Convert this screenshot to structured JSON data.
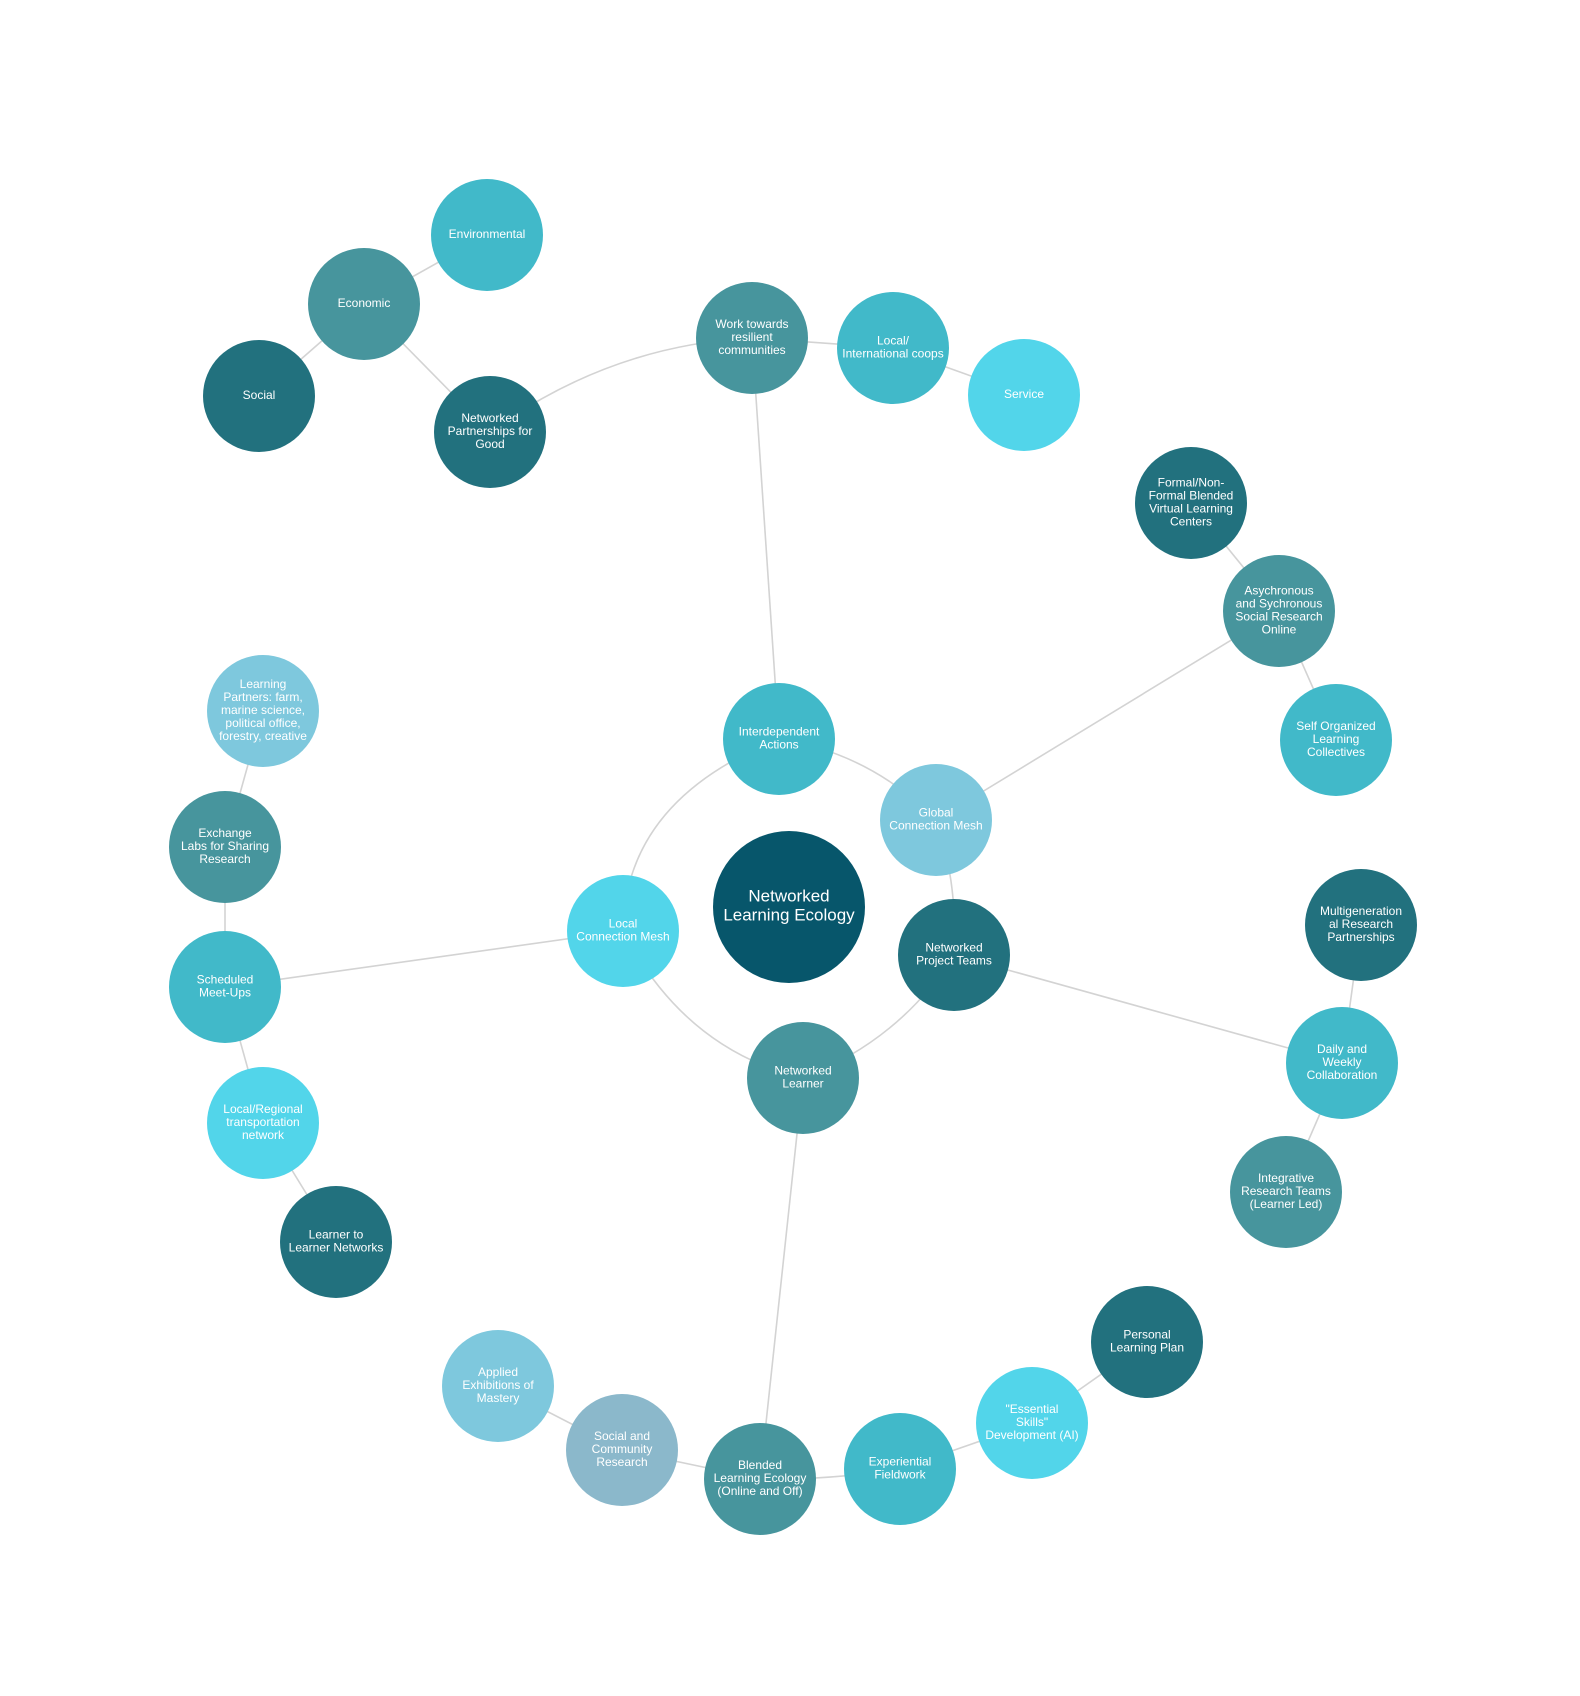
{
  "colors": {
    "link": "#d3d3d3",
    "label": "#ffffff"
  },
  "nodes": [
    {
      "id": "center",
      "lines": [
        "Networked",
        "Learning Ecology"
      ],
      "color": "#07566b"
    },
    {
      "id": "interdependent",
      "lines": [
        "Interdependent",
        "Actions"
      ],
      "color": "#41b9c9"
    },
    {
      "id": "global",
      "lines": [
        "Global",
        "Connection Mesh"
      ],
      "color": "#7ec8dd"
    },
    {
      "id": "projectteams",
      "lines": [
        "Networked",
        "Project Teams"
      ],
      "color": "#22717e"
    },
    {
      "id": "learner",
      "lines": [
        "Networked",
        "Learner"
      ],
      "color": "#47959d"
    },
    {
      "id": "local",
      "lines": [
        "Local",
        "Connection Mesh"
      ],
      "color": "#52d5ea"
    },
    {
      "id": "resilient",
      "lines": [
        "Work towards",
        "resilient",
        "communities"
      ],
      "color": "#47959d"
    },
    {
      "id": "partnerships",
      "lines": [
        "Networked",
        "Partnerships for",
        "Good"
      ],
      "color": "#22717e"
    },
    {
      "id": "economic",
      "lines": [
        "Economic"
      ],
      "color": "#47959d"
    },
    {
      "id": "environmental",
      "lines": [
        "Environmental"
      ],
      "color": "#41b9c9"
    },
    {
      "id": "social",
      "lines": [
        "Social"
      ],
      "color": "#22717e"
    },
    {
      "id": "coops",
      "lines": [
        "Local/",
        "International coops"
      ],
      "color": "#41b9c9"
    },
    {
      "id": "service",
      "lines": [
        "Service"
      ],
      "color": "#52d5ea"
    },
    {
      "id": "formal",
      "lines": [
        "Formal/Non-",
        "Formal Blended",
        "Virtual Learning",
        "Centers"
      ],
      "color": "#22717e"
    },
    {
      "id": "async",
      "lines": [
        "Asychronous",
        "and Sychronous",
        "Social Research",
        "Online"
      ],
      "color": "#47959d"
    },
    {
      "id": "selforg",
      "lines": [
        "Self Organized",
        "Learning",
        "Collectives"
      ],
      "color": "#41b9c9"
    },
    {
      "id": "multigen",
      "lines": [
        "Multigeneration",
        "al Research",
        "Partnerships"
      ],
      "color": "#22717e"
    },
    {
      "id": "daily",
      "lines": [
        "Daily and",
        "Weekly",
        "Collaboration"
      ],
      "color": "#41b9c9"
    },
    {
      "id": "integrative",
      "lines": [
        "Integrative",
        "Research Teams",
        "(Learner Led)"
      ],
      "color": "#47959d"
    },
    {
      "id": "partners",
      "lines": [
        "Learning",
        "Partners: farm,",
        "marine science,",
        "political office,",
        "forestry, creative"
      ],
      "color": "#7ec8dd"
    },
    {
      "id": "exchange",
      "lines": [
        "Exchange",
        "Labs for Sharing",
        "Research"
      ],
      "color": "#47959d"
    },
    {
      "id": "meetups",
      "lines": [
        "Scheduled",
        "Meet-Ups"
      ],
      "color": "#41b9c9"
    },
    {
      "id": "transport",
      "lines": [
        "Local/Regional",
        "transportation",
        "network"
      ],
      "color": "#52d5ea"
    },
    {
      "id": "l2l",
      "lines": [
        "Learner to",
        "Learner Networks"
      ],
      "color": "#22717e"
    },
    {
      "id": "applied",
      "lines": [
        "Applied",
        "Exhibitions of",
        "Mastery"
      ],
      "color": "#7ec8dd"
    },
    {
      "id": "socialcomm",
      "lines": [
        "Social and",
        "Community",
        "Research"
      ],
      "color": "#8bb8cb"
    },
    {
      "id": "blended",
      "lines": [
        "Blended",
        "Learning Ecology",
        "(Online and Off)"
      ],
      "color": "#47959d"
    },
    {
      "id": "fieldwork",
      "lines": [
        "Experiential",
        "Fieldwork"
      ],
      "color": "#41b9c9"
    },
    {
      "id": "essential",
      "lines": [
        "\"Essential",
        "Skills\"",
        "Development (AI)"
      ],
      "color": "#52d5ea"
    },
    {
      "id": "plan",
      "lines": [
        "Personal",
        "Learning Plan"
      ],
      "color": "#22717e"
    }
  ],
  "links": [
    [
      "interdependent",
      "local"
    ],
    [
      "interdependent",
      "global"
    ],
    [
      "global",
      "projectteams"
    ],
    [
      "projectteams",
      "learner"
    ],
    [
      "learner",
      "local"
    ],
    [
      "interdependent",
      "resilient"
    ],
    [
      "resilient",
      "partnerships"
    ],
    [
      "partnerships",
      "economic"
    ],
    [
      "economic",
      "environmental"
    ],
    [
      "economic",
      "social"
    ],
    [
      "resilient",
      "coops"
    ],
    [
      "coops",
      "service"
    ],
    [
      "global",
      "async"
    ],
    [
      "async",
      "formal"
    ],
    [
      "async",
      "selforg"
    ],
    [
      "projectteams",
      "daily"
    ],
    [
      "daily",
      "multigen"
    ],
    [
      "daily",
      "integrative"
    ],
    [
      "local",
      "meetups"
    ],
    [
      "meetups",
      "exchange"
    ],
    [
      "exchange",
      "partners"
    ],
    [
      "meetups",
      "transport"
    ],
    [
      "transport",
      "l2l"
    ],
    [
      "learner",
      "blended"
    ],
    [
      "blended",
      "socialcomm"
    ],
    [
      "socialcomm",
      "applied"
    ],
    [
      "blended",
      "fieldwork"
    ],
    [
      "fieldwork",
      "essential"
    ],
    [
      "essential",
      "plan"
    ]
  ]
}
